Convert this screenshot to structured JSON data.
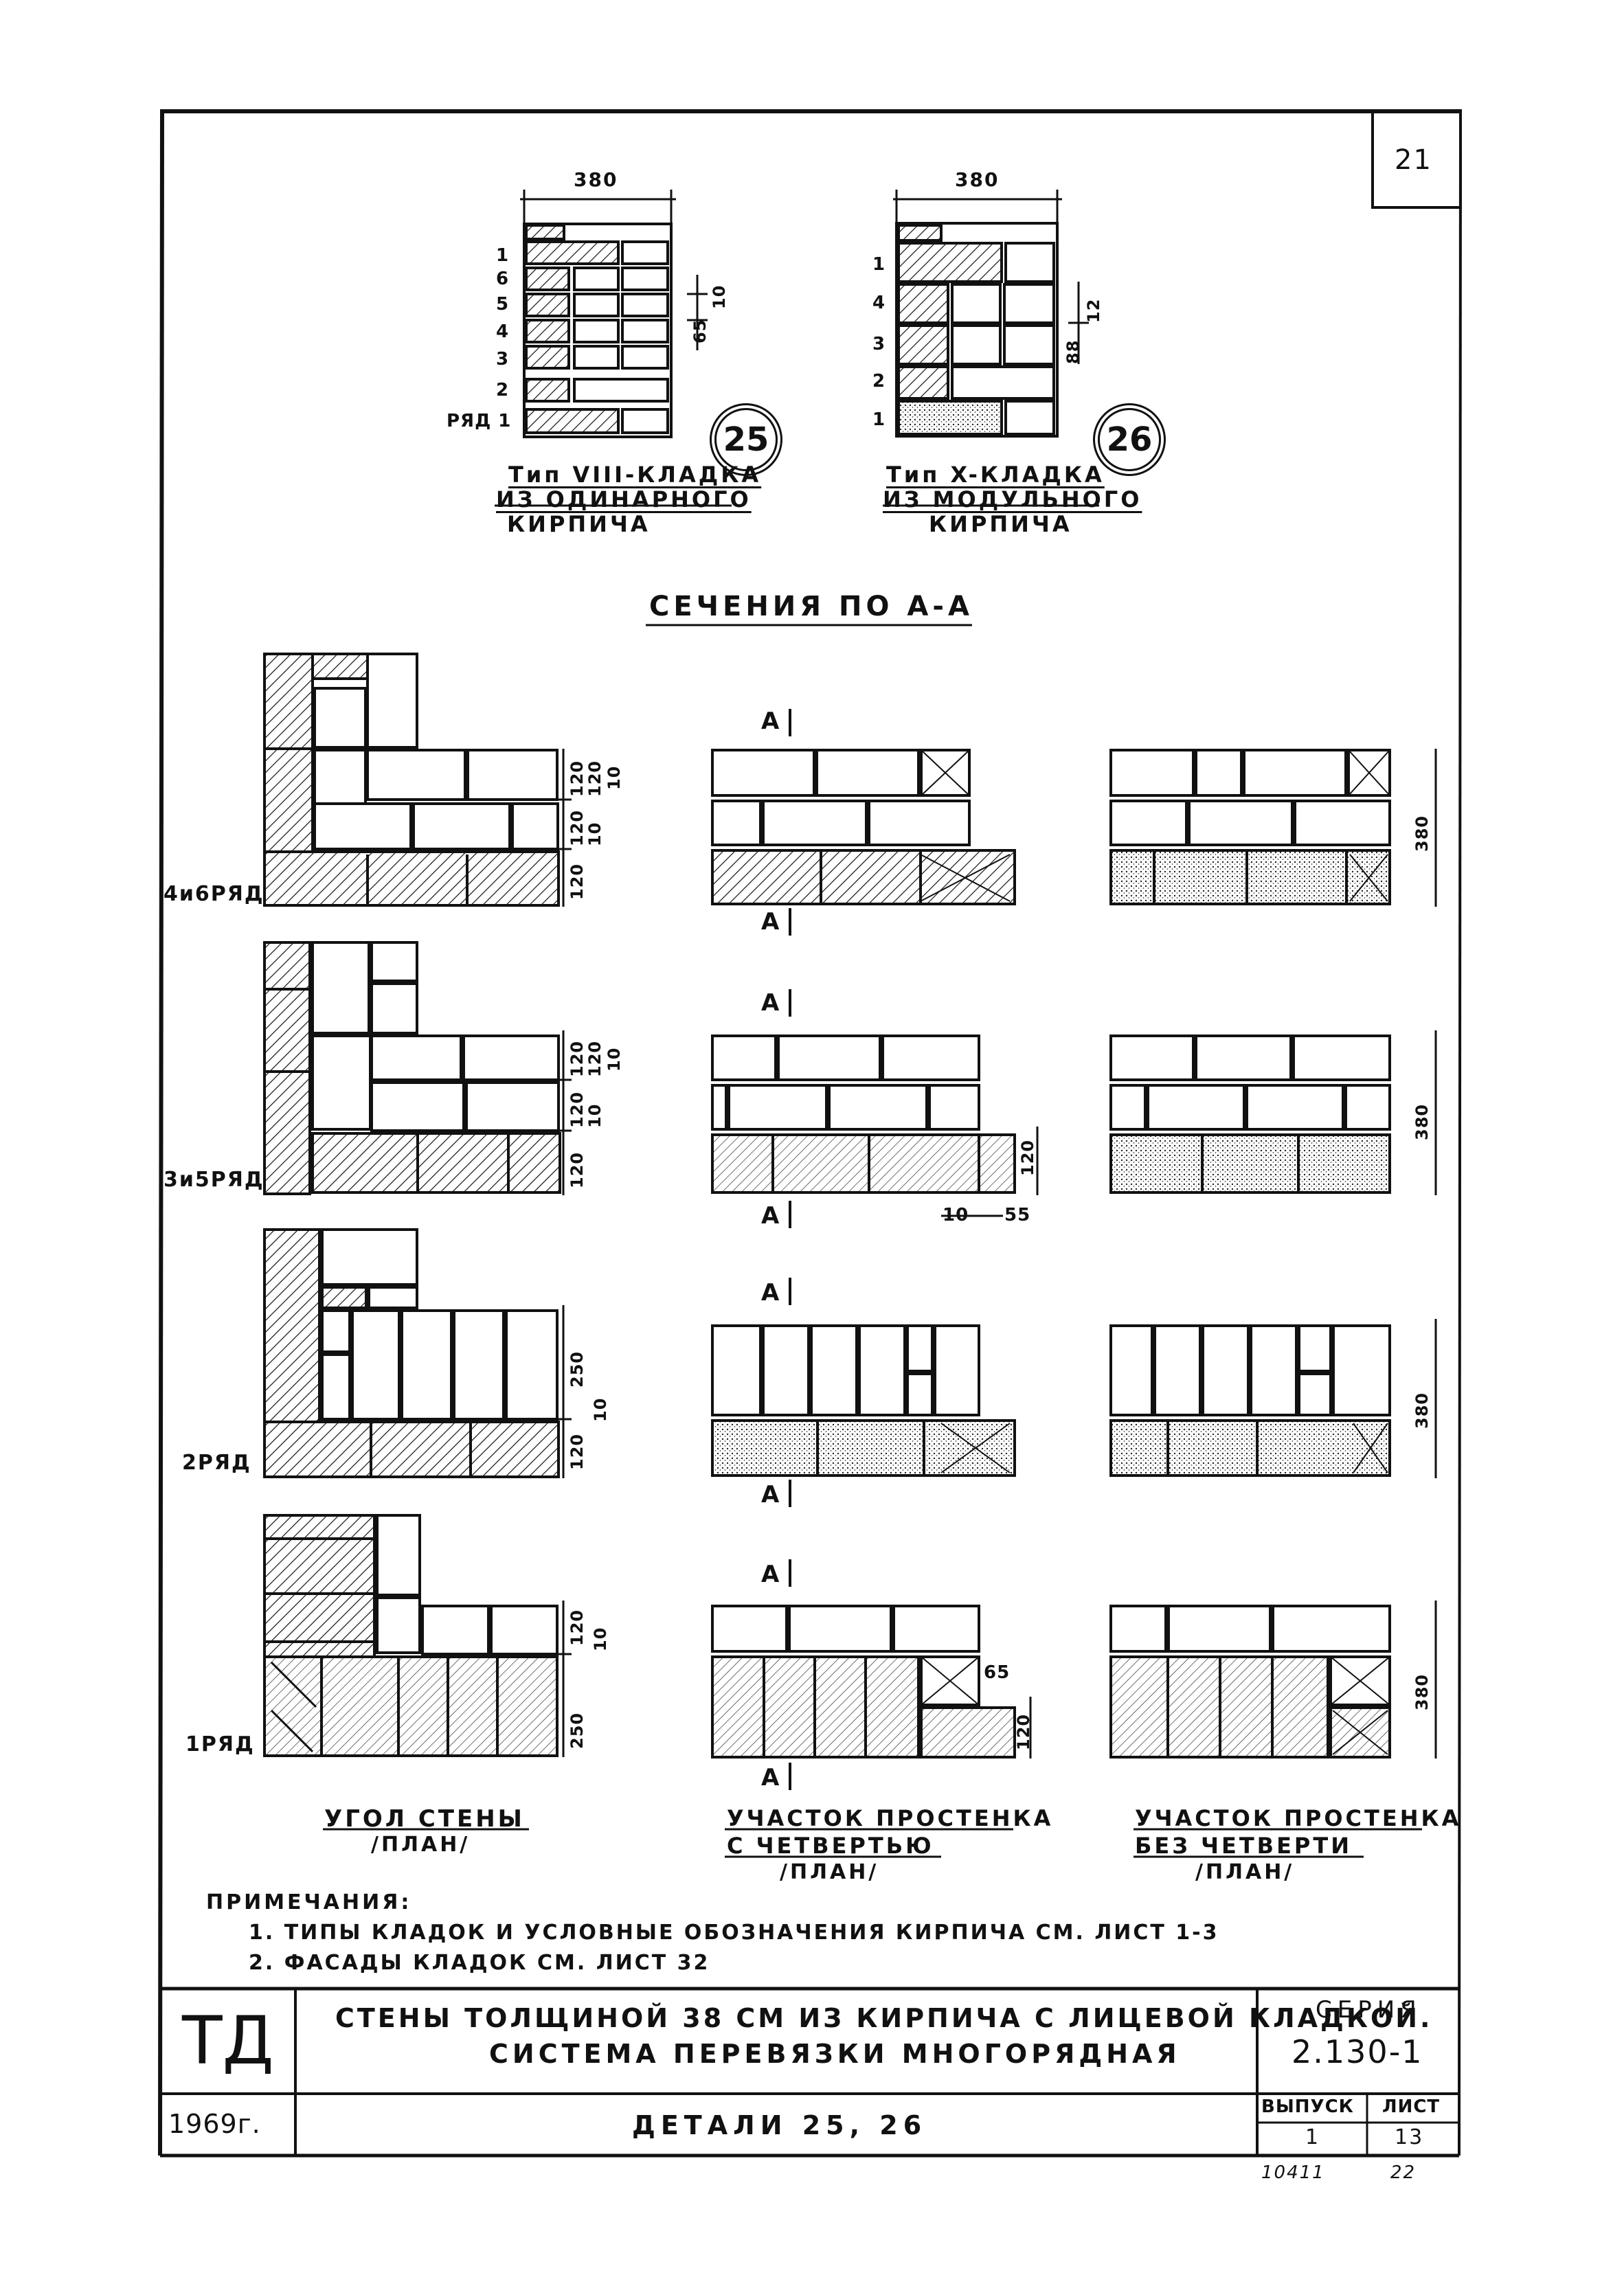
{
  "sheet_number": "21",
  "detail_25": {
    "dim": "380",
    "rows": [
      "1",
      "6",
      "5",
      "4",
      "3",
      "2",
      "РЯД 1"
    ],
    "dims_side": [
      "10",
      "65"
    ],
    "circle": "25",
    "caption": [
      "Тип VIII-КЛАДКА",
      "ИЗ ОДИНАРНОГО",
      "КИРПИЧА"
    ]
  },
  "detail_26": {
    "dim": "380",
    "rows": [
      "1",
      "4",
      "3",
      "2",
      "1"
    ],
    "dims_side": [
      "12",
      "88"
    ],
    "circle": "26",
    "caption": [
      "Тип X-КЛАДКА",
      "ИЗ МОДУЛЬНОГО",
      "КИРПИЧА"
    ]
  },
  "sections_title": "СЕЧЕНИЯ ПО А-А",
  "marker_a": "А",
  "row_labels": [
    "4и6РЯД",
    "3и5РЯД",
    "2РЯД",
    "1РЯД"
  ],
  "corner_dims": {
    "r1": [
      "120",
      "120",
      "10",
      "120",
      "10",
      "120"
    ],
    "r2": [
      "120",
      "120",
      "10",
      "120",
      "10",
      "120"
    ],
    "r3": [
      "250",
      "10",
      "120"
    ],
    "r4": [
      "120",
      "10",
      "250"
    ]
  },
  "dim_380": "380",
  "dims_middle_r2": [
    "120",
    "10",
    "55"
  ],
  "dims_middle_r4": [
    "65",
    "120"
  ],
  "col_captions": [
    {
      "line1": "УГОЛ СТЕНЫ",
      "line2": "/ПЛАН/"
    },
    {
      "line1": "УЧАСТОК ПРОСТЕНКА",
      "line2": "С ЧЕТВЕРТЬЮ",
      "line3": "/ПЛАН/"
    },
    {
      "line1": "УЧАСТОК ПРОСТЕНКА",
      "line2": "БЕЗ ЧЕТВЕРТИ",
      "line3": "/ПЛАН/"
    }
  ],
  "notes": {
    "title": "ПРИМЕЧАНИЯ:",
    "items": [
      "1. ТИПЫ КЛАДОК И УСЛОВНЫЕ ОБОЗНАЧЕНИЯ КИРПИЧА СМ. ЛИСТ 1-3",
      "2. ФАСАДЫ КЛАДОК СМ. ЛИСТ 32"
    ]
  },
  "title_block": {
    "logo": "ТД",
    "year": "1969г.",
    "title_line1": "СТЕНЫ ТОЛЩИНОЙ 38 СМ ИЗ КИРПИЧА С ЛИЦЕВОЙ КЛАДКОЙ.",
    "title_line2": "СИСТЕМА ПЕРЕВЯЗКИ МНОГОРЯДНАЯ",
    "subtitle": "ДЕТАЛИ 25, 26",
    "series_label": "СЕРИЯ",
    "series_value": "2.130-1",
    "issue_label": "ВЫПУСК",
    "issue_value": "1",
    "sheet_label": "ЛИСТ",
    "sheet_value": "13"
  },
  "footer_notes": [
    "10411",
    "22"
  ]
}
